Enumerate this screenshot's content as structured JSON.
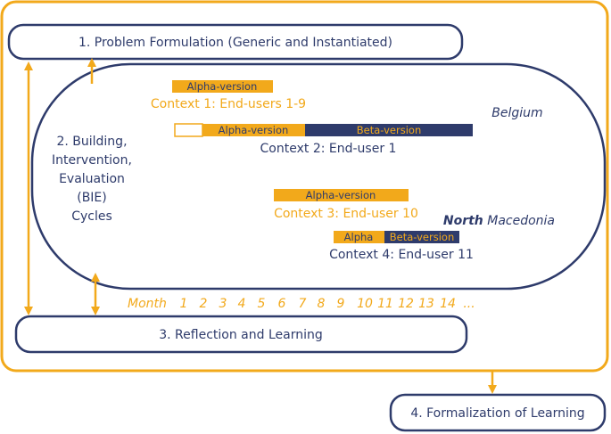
{
  "colors": {
    "gold": "#f2a91b",
    "navy": "#2e3b6b",
    "white": "#ffffff"
  },
  "boxes": {
    "problem_formulation": "1. Problem Formulation (Generic and Instantiated)",
    "bie_lines": [
      "2. Building,",
      "Intervention,",
      "Evaluation",
      "(BIE)",
      "Cycles"
    ],
    "reflection": "3. Reflection and Learning",
    "formalization": "4. Formalization of Learning"
  },
  "countries": {
    "belgium": "Belgium",
    "north_macedonia_bold": "North",
    "north_macedonia_rest": "Macedonia"
  },
  "contexts": [
    {
      "label": "Context 1: End-users 1-9",
      "bars": [
        {
          "label": "Alpha-version",
          "kind": "alpha"
        }
      ]
    },
    {
      "label": "Context 2: End-user 1",
      "bars": [
        {
          "label": "",
          "kind": "empty"
        },
        {
          "label": "Alpha-version",
          "kind": "alpha"
        },
        {
          "label": "Beta-version",
          "kind": "beta"
        }
      ]
    },
    {
      "label": "Context 3: End-user 10",
      "bars": [
        {
          "label": "Alpha-version",
          "kind": "alpha"
        }
      ]
    },
    {
      "label": "Context 4: End-user 11",
      "bars": [
        {
          "label": "Alpha",
          "kind": "alpha"
        },
        {
          "label": "Beta-version",
          "kind": "beta"
        }
      ]
    }
  ],
  "timeline": {
    "label": "Month",
    "months": [
      "1",
      "2",
      "3",
      "4",
      "5",
      "6",
      "7",
      "8",
      "9",
      "10",
      "11",
      "12",
      "13",
      "14",
      "..."
    ]
  }
}
